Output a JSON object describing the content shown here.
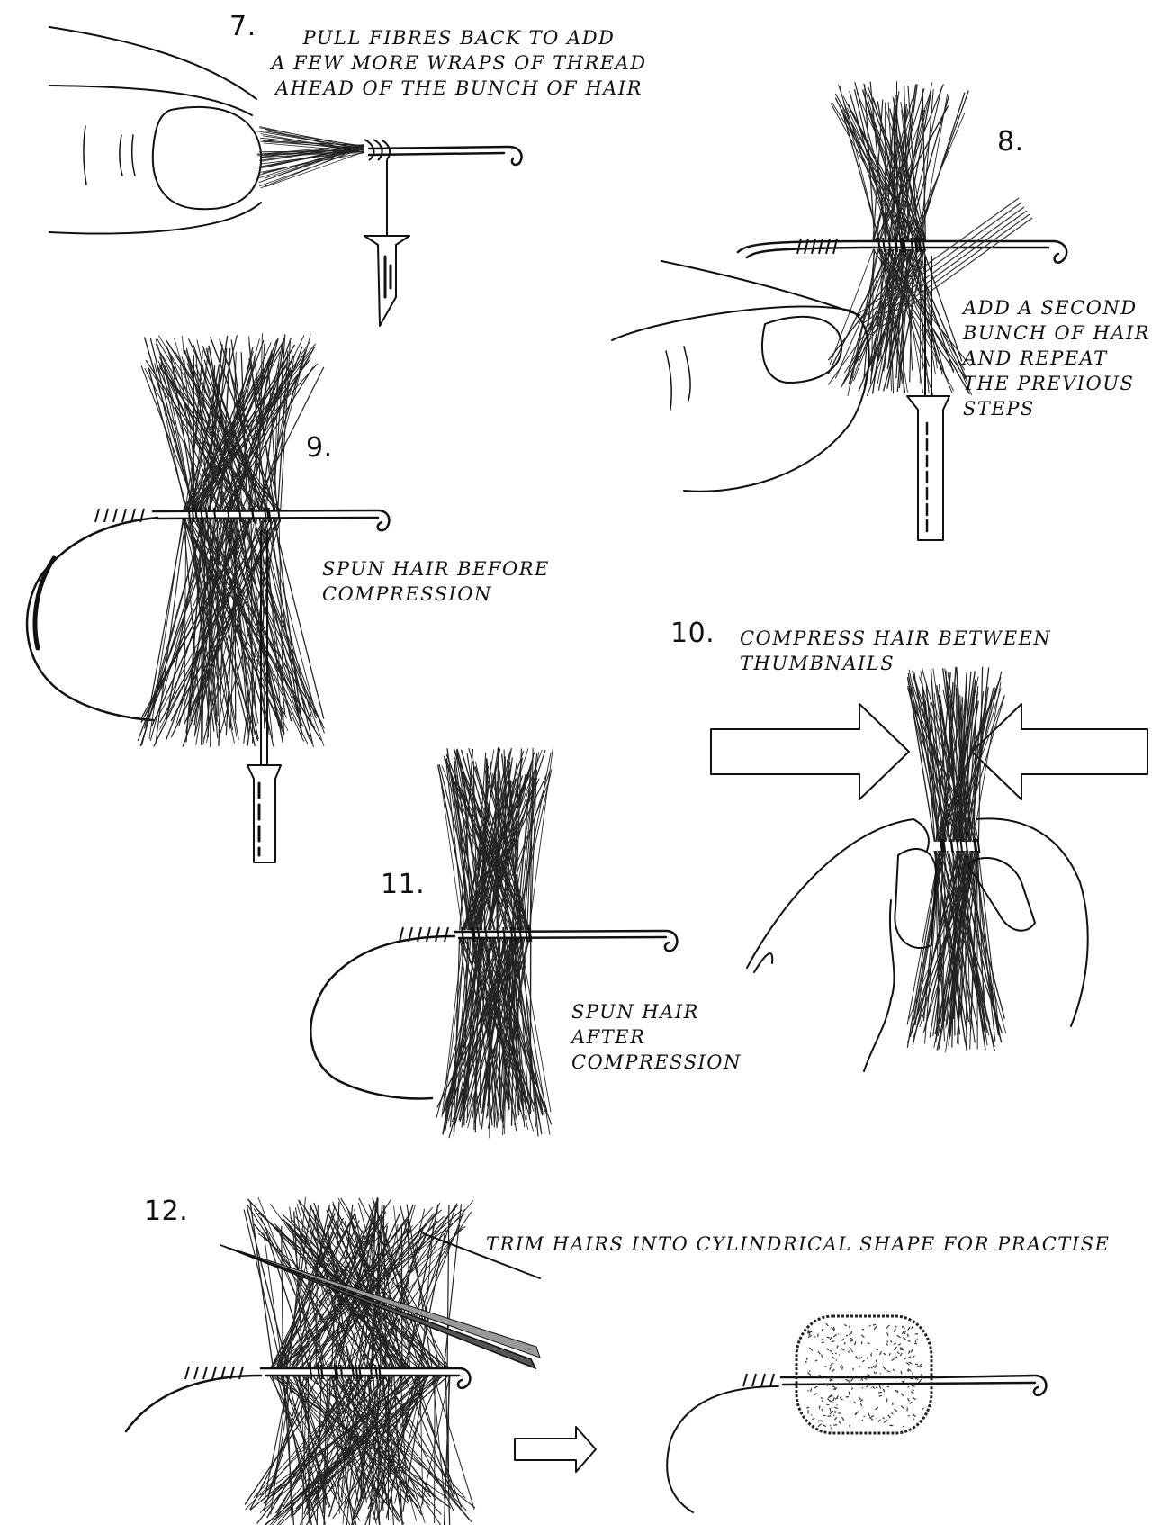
{
  "steps": {
    "s7": {
      "number": "7.",
      "caption": [
        "PULL FIBRES BACK TO ADD",
        "A FEW MORE WRAPS OF THREAD",
        "AHEAD OF THE BUNCH OF HAIR"
      ]
    },
    "s8": {
      "number": "8.",
      "caption": [
        "ADD A SECOND",
        "BUNCH OF HAIR",
        "AND REPEAT",
        "THE PREVIOUS",
        "STEPS"
      ]
    },
    "s9": {
      "number": "9.",
      "caption": [
        "SPUN HAIR BEFORE",
        "COMPRESSION"
      ]
    },
    "s10": {
      "number": "10.",
      "caption": [
        "COMPRESS HAIR BETWEEN",
        "THUMBNAILS"
      ]
    },
    "s11": {
      "number": "11.",
      "caption": [
        "SPUN HAIR",
        "AFTER",
        "COMPRESSION"
      ]
    },
    "s12": {
      "number": "12.",
      "caption": [
        "TRIM HAIRS INTO CYLINDRICAL SHAPE FOR PRACTISE"
      ]
    }
  }
}
